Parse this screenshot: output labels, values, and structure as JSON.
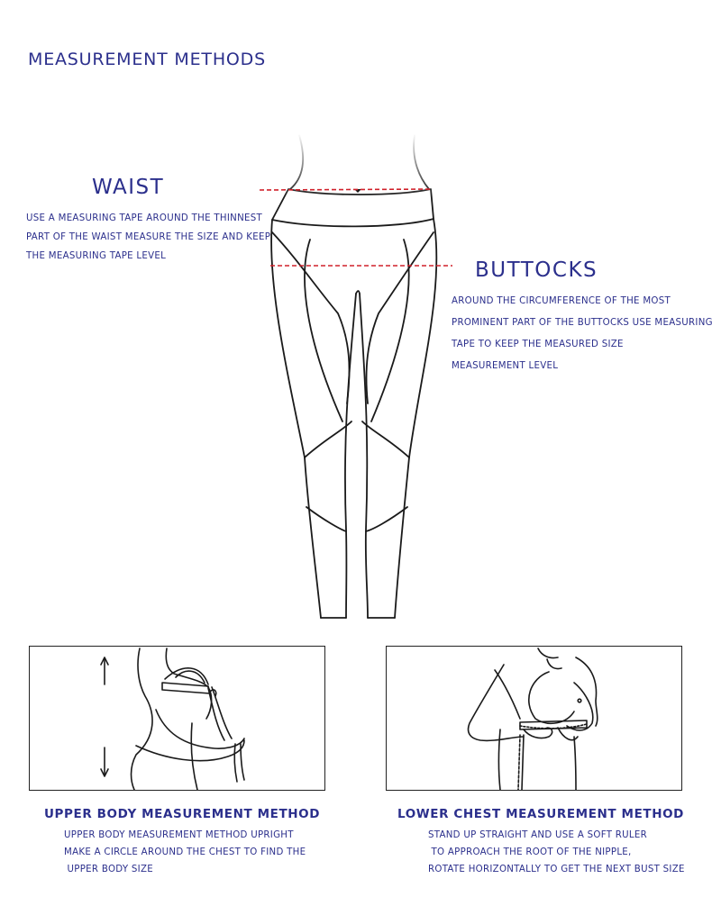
{
  "title": "MEASUREMENT METHODS",
  "waist": {
    "label": "WAIST",
    "lines": [
      "USE A MEASURING TAPE AROUND THE THINNEST",
      "PART OF THE WAIST MEASURE THE SIZE AND KEEP",
      "THE MEASURING TAPE LEVEL"
    ]
  },
  "buttocks": {
    "label": "BUTTOCKS",
    "lines": [
      "AROUND THE CIRCUMFERENCE OF THE MOST",
      "PROMINENT PART OF THE BUTTOCKS USE MEASURING",
      "TAPE TO KEEP THE MEASURED SIZE",
      "MEASUREMENT LEVEL"
    ]
  },
  "upper_body": {
    "title": "UPPER BODY MEASUREMENT METHOD",
    "lines": [
      "UPPER BODY MEASUREMENT METHOD UPRIGHT",
      "MAKE A CIRCLE AROUND THE CHEST TO FIND THE",
      " UPPER BODY SIZE"
    ]
  },
  "lower_chest": {
    "title": "LOWER CHEST MEASUREMENT METHOD",
    "lines": [
      "STAND UP STRAIGHT AND USE A SOFT RULER",
      " TO APPROACH THE ROOT OF THE NIPPLE,",
      "ROTATE HORIZONTALLY TO GET THE NEXT BUST SIZE"
    ]
  },
  "colors": {
    "text": "#2b2f8c",
    "measure_line": "#d0202a",
    "outline": "#1a1a1a"
  }
}
